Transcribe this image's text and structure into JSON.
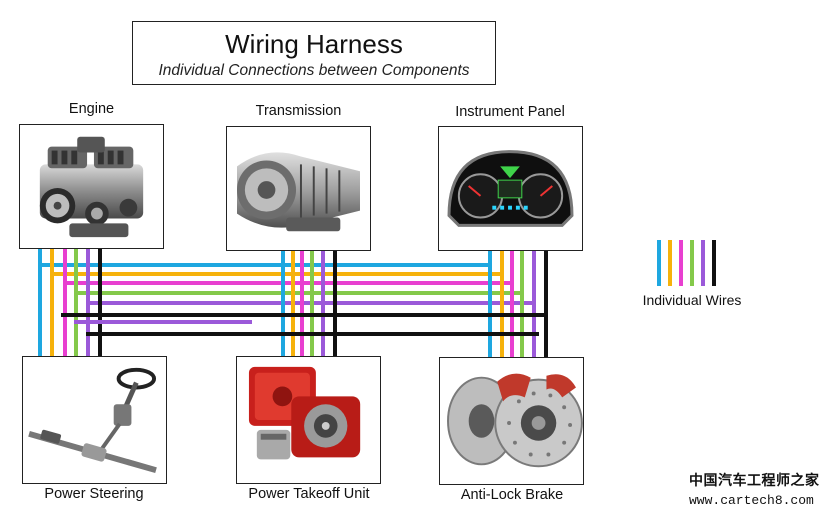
{
  "title": {
    "main": "Wiring Harness",
    "subtitle": "Individual Connections between Components"
  },
  "components": {
    "engine": "Engine",
    "transmission": "Transmission",
    "instrument_panel": "Instrument Panel",
    "power_steering": "Power Steering",
    "power_takeoff": "Power Takeoff Unit",
    "anti_lock_brake": "Anti-Lock Brake"
  },
  "legend": {
    "label": "Individual Wires",
    "wire_colors": [
      "#1ea7e0",
      "#f6b20b",
      "#e83fd0",
      "#84c94a",
      "#9b59d9",
      "#111111"
    ]
  },
  "watermark": {
    "site_name": "中国汽车工程师之家",
    "url": "www.cartech8.com"
  }
}
